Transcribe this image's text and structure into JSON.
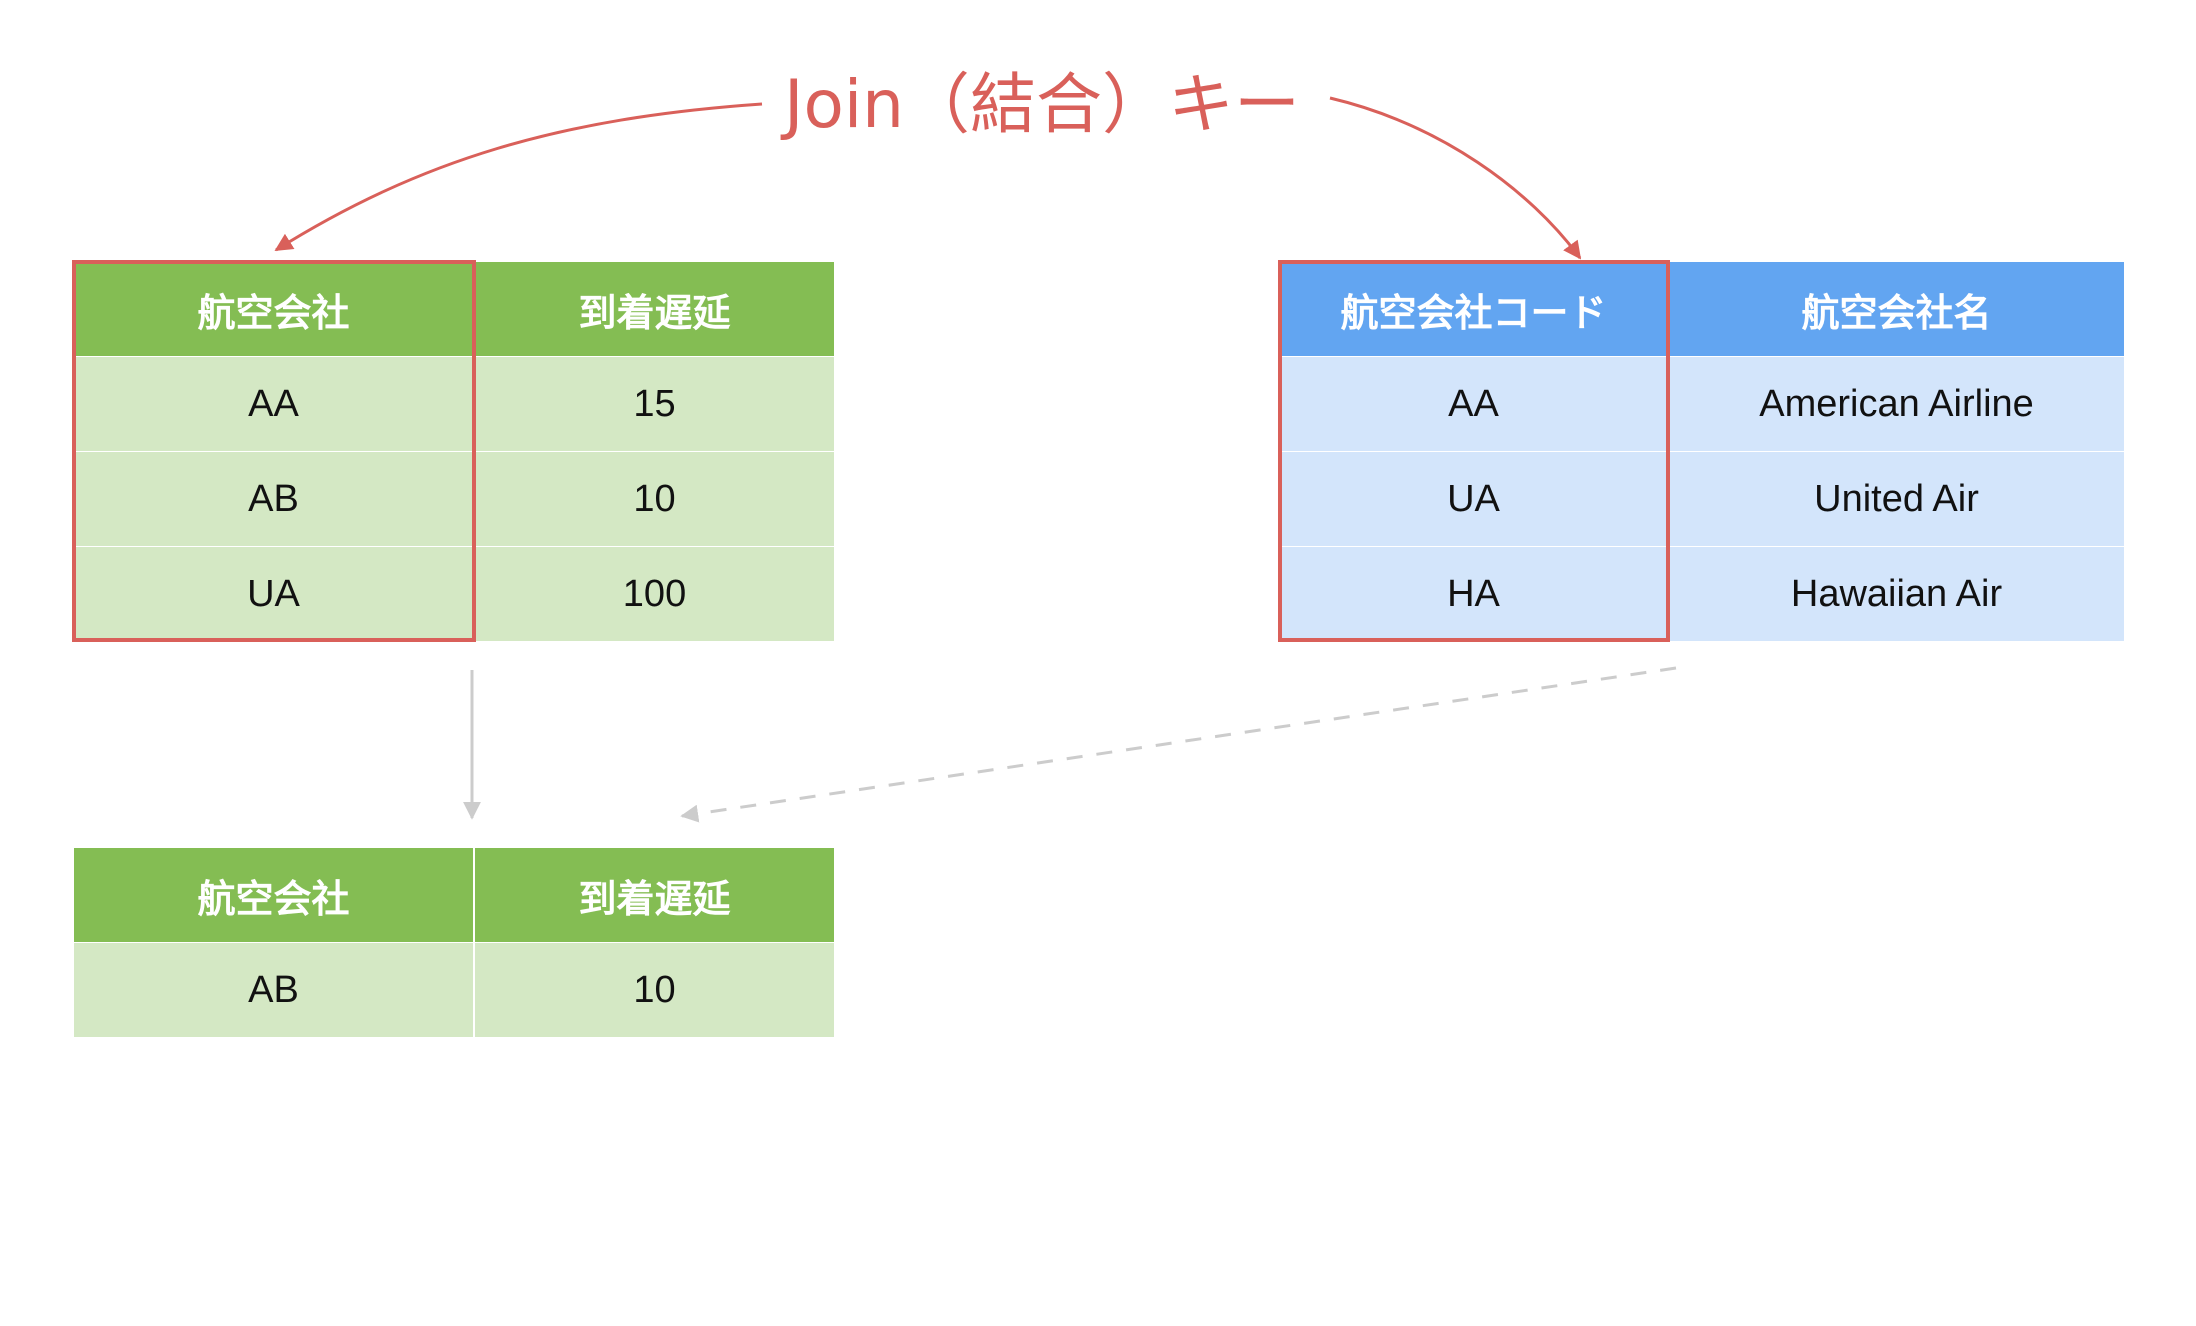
{
  "title": "Join（結合）キー",
  "colors": {
    "annotation": "#d9605a",
    "green_header": "#84bd53",
    "green_cell": "#d4e8c4",
    "blue_header": "#62a5f1",
    "blue_cell": "#d3e5fb",
    "connector": "#cccccc"
  },
  "left_table": {
    "headers": [
      "航空会社",
      "到着遅延"
    ],
    "rows": [
      [
        "AA",
        "15"
      ],
      [
        "AB",
        "10"
      ],
      [
        "UA",
        "100"
      ]
    ]
  },
  "right_table": {
    "headers": [
      "航空会社コード",
      "航空会社名"
    ],
    "rows": [
      [
        "AA",
        "American Airline"
      ],
      [
        "UA",
        "United Air"
      ],
      [
        "HA",
        "Hawaiian Air"
      ]
    ]
  },
  "result_table": {
    "headers": [
      "航空会社",
      "到着遅延"
    ],
    "rows": [
      [
        "AB",
        "10"
      ]
    ]
  }
}
